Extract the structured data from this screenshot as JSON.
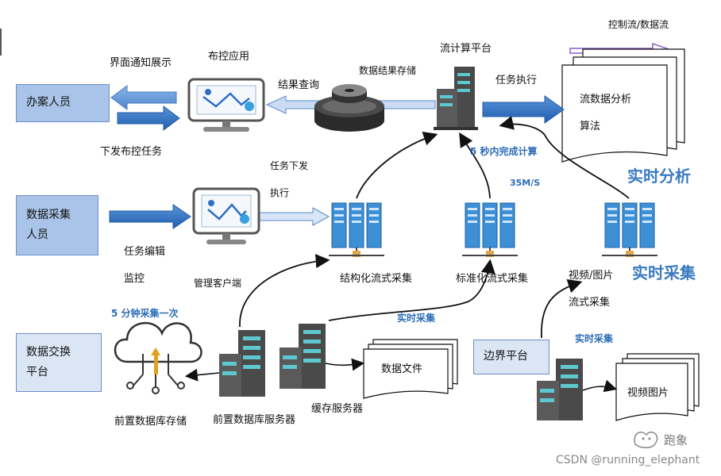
{
  "actors": {
    "officer": "办案人员",
    "collector_line1": "数据采集",
    "collector_line2": "人员",
    "exchange_line1": "数据交换",
    "exchange_line2": "平台",
    "edge_platform": "边界平台"
  },
  "labels": {
    "interface_notify": "界面通知展示",
    "issue_task": "下发布控任务",
    "control_app": "布控应用",
    "result_query": "结果查询",
    "result_storage": "数据结果存储",
    "stream_platform": "流计算平台",
    "task_exec": "任务执行",
    "stream_analysis": "流数据分析",
    "algorithm": "算法",
    "control_data_flow": "控制流/数据流",
    "task_issue_line1": "任务下发",
    "task_issue_line2": "执行",
    "task_edit": "任务编辑",
    "monitor": "监控",
    "mgmt_client": "管理客户端",
    "structured_collect": "结构化流式采集",
    "standard_collect": "标准化流式采集",
    "video_image": "视频/图片",
    "stream_collect": "流式采集",
    "front_db_storage": "前置数据库存储",
    "front_db_server": "前置数据库服务器",
    "cache_server": "缓存服务器",
    "data_file": "数据文件",
    "video_picture": "视频图片",
    "watermark_logo": "跑象",
    "watermark_csdn": "CSDN @running_elephant"
  },
  "highlights": {
    "five_sec": "5 秒内完成计算",
    "speed": "35M/S",
    "five_min": "5 分钟采集一次",
    "realtime_collect_1": "实时采集",
    "realtime_collect_2": "实时采集",
    "realtime_analysis": "实时分析",
    "realtime_collect_big": "实时采集"
  },
  "colors": {
    "box_fill": "#a9c4e8",
    "box_fill_light": "#dbe6f5",
    "arrow_blue": "#2f6fc4",
    "server_dark": "#4a4a4a",
    "server_teal": "#5ec8d0",
    "rack_blue": "#3d8fd6",
    "purple": "#8a5cc8",
    "text_blue": "#2b6cb8"
  }
}
